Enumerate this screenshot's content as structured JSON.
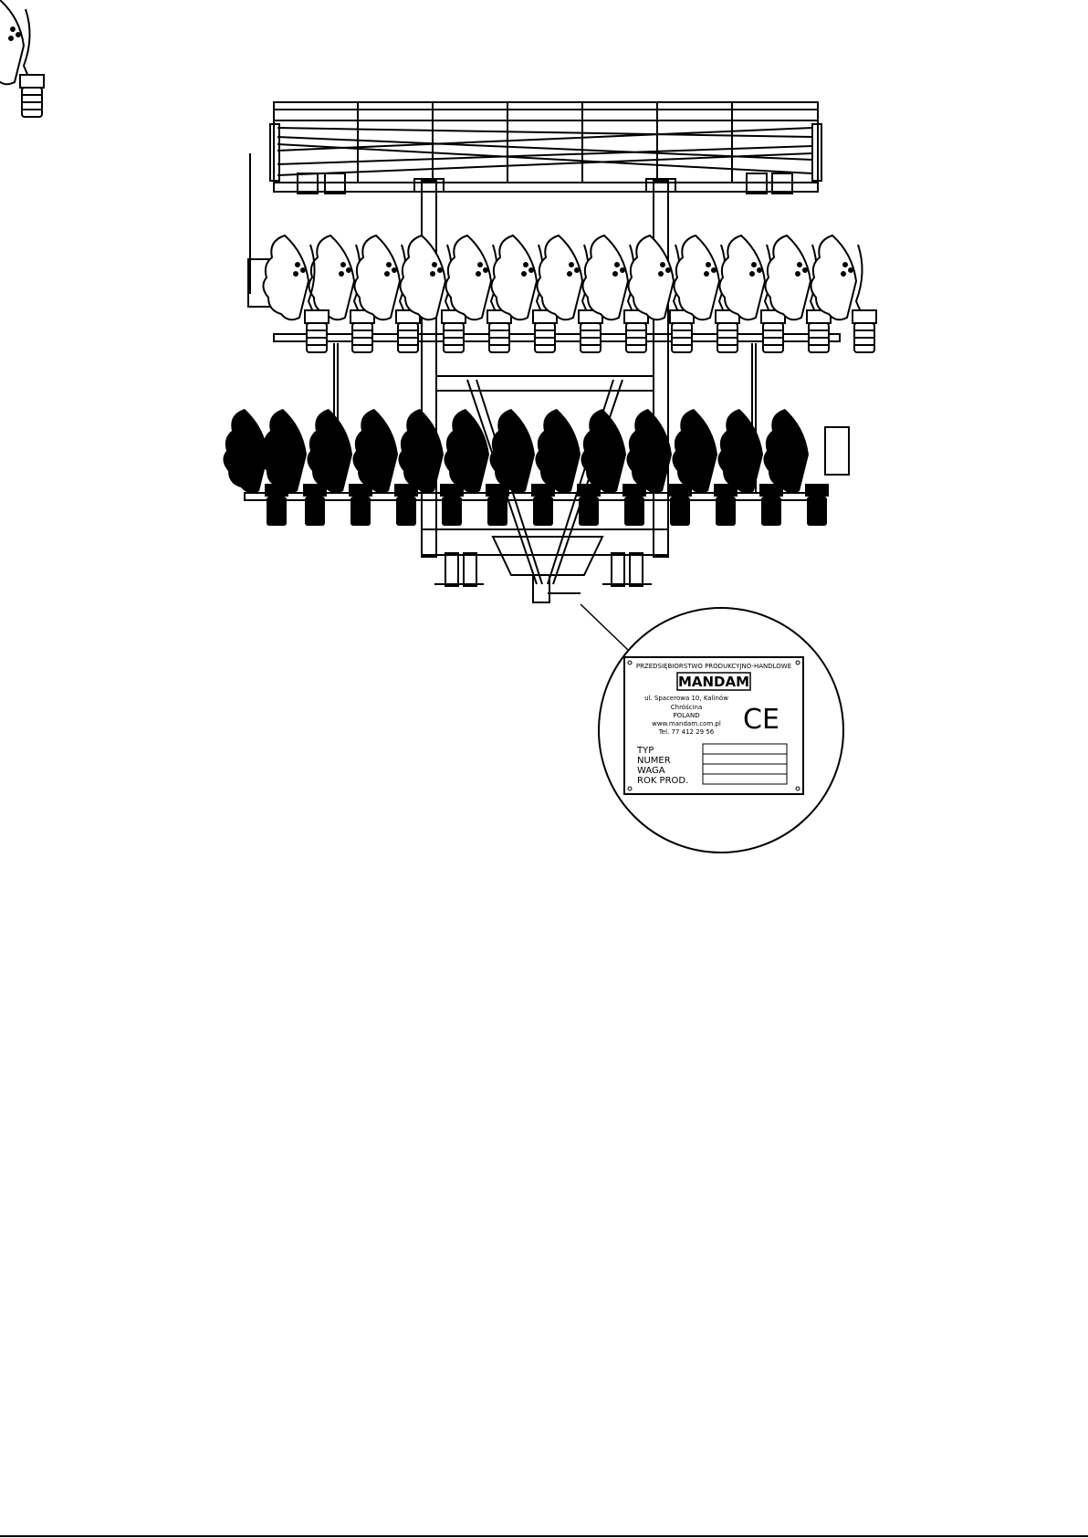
{
  "plate": {
    "header": "PRZEDSIĘBIORSTWO PRODUKCYJNO-HANDLOWE",
    "brand": "MANDAM",
    "address_1": "ul. Spacerowa 10, Kalinów",
    "address_2": "Chróścina",
    "country": "POLAND",
    "website": "www.mandam.com.pl",
    "phone": "Tel. 77 412 29 56",
    "ce_mark": "CE",
    "fields": [
      {
        "label": "TYP"
      },
      {
        "label": "NUMER"
      },
      {
        "label": "WAGA"
      },
      {
        "label": "ROK PROD."
      }
    ]
  },
  "machine": {
    "front_disc_count": 13,
    "rear_disc_count": 13
  }
}
